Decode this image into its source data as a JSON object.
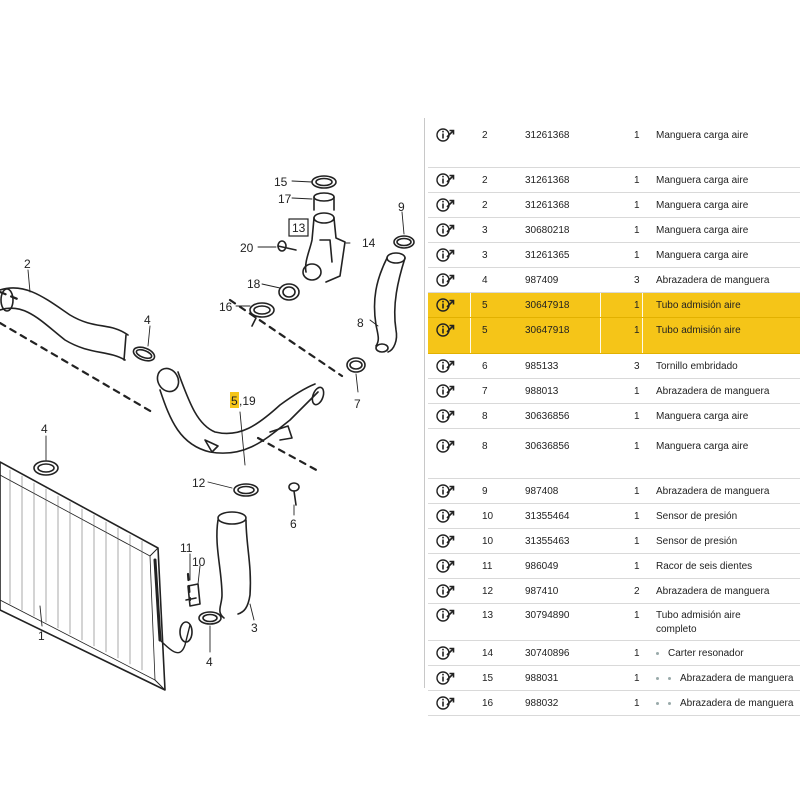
{
  "diagram": {
    "callouts": [
      {
        "id": "c15",
        "text": "15"
      },
      {
        "id": "c17",
        "text": "17"
      },
      {
        "id": "c13",
        "text": "13"
      },
      {
        "id": "c20",
        "text": "20"
      },
      {
        "id": "c14",
        "text": "14"
      },
      {
        "id": "c9",
        "text": "9"
      },
      {
        "id": "c18",
        "text": "18"
      },
      {
        "id": "c16",
        "text": "16"
      },
      {
        "id": "c2",
        "text": "2"
      },
      {
        "id": "c8",
        "text": "8"
      },
      {
        "id": "c4a",
        "text": "4"
      },
      {
        "id": "c7",
        "text": "7"
      },
      {
        "id": "c5",
        "text": "5"
      },
      {
        "id": "c19",
        "text": ",19"
      },
      {
        "id": "c4b",
        "text": "4"
      },
      {
        "id": "c12",
        "text": "12"
      },
      {
        "id": "c6",
        "text": "6"
      },
      {
        "id": "c11",
        "text": "11"
      },
      {
        "id": "c10",
        "text": "10"
      },
      {
        "id": "c3",
        "text": "3"
      },
      {
        "id": "c1",
        "text": "1"
      },
      {
        "id": "c4c",
        "text": "4"
      }
    ]
  },
  "table": {
    "rows": [
      {
        "pos": "2",
        "part": "31261368",
        "qty": "1",
        "desc": "Manguera carga aire",
        "sub": "",
        "height": "tall",
        "highlight": false
      },
      {
        "pos": "2",
        "part": "31261368",
        "qty": "1",
        "desc": "Manguera carga aire",
        "sub": "",
        "height": "std",
        "highlight": false
      },
      {
        "pos": "2",
        "part": "31261368",
        "qty": "1",
        "desc": "Manguera carga aire",
        "sub": "",
        "height": "std",
        "highlight": false
      },
      {
        "pos": "3",
        "part": "30680218",
        "qty": "1",
        "desc": "Manguera carga aire",
        "sub": "",
        "height": "std",
        "highlight": false
      },
      {
        "pos": "3",
        "part": "31261365",
        "qty": "1",
        "desc": "Manguera carga aire",
        "sub": "",
        "height": "std",
        "highlight": false
      },
      {
        "pos": "4",
        "part": "987409",
        "qty": "3",
        "desc": "Abrazadera de manguera",
        "sub": "",
        "height": "std",
        "highlight": false
      },
      {
        "pos": "5",
        "part": "30647918",
        "qty": "1",
        "desc": "Tubo admisión aire",
        "sub": "",
        "height": "std",
        "highlight": true
      },
      {
        "pos": "5",
        "part": "30647918",
        "qty": "1",
        "desc": "Tubo admisión aire",
        "sub": "",
        "height": "hltall",
        "highlight": true
      },
      {
        "pos": "6",
        "part": "985133",
        "qty": "3",
        "desc": "Tornillo embridado",
        "sub": "",
        "height": "std",
        "highlight": false
      },
      {
        "pos": "7",
        "part": "988013",
        "qty": "1",
        "desc": "Abrazadera de manguera",
        "sub": "",
        "height": "std",
        "highlight": false
      },
      {
        "pos": "8",
        "part": "30636856",
        "qty": "1",
        "desc": "Manguera carga aire",
        "sub": "",
        "height": "std",
        "highlight": false
      },
      {
        "pos": "8",
        "part": "30636856",
        "qty": "1",
        "desc": "Manguera carga aire",
        "sub": "",
        "height": "tall",
        "highlight": false
      },
      {
        "pos": "9",
        "part": "987408",
        "qty": "1",
        "desc": "Abrazadera de manguera",
        "sub": "",
        "height": "std",
        "highlight": false
      },
      {
        "pos": "10",
        "part": "31355464",
        "qty": "1",
        "desc": "Sensor de presión",
        "sub": "",
        "height": "std",
        "highlight": false
      },
      {
        "pos": "10",
        "part": "31355463",
        "qty": "1",
        "desc": "Sensor de presión",
        "sub": "",
        "height": "std",
        "highlight": false
      },
      {
        "pos": "11",
        "part": "986049",
        "qty": "1",
        "desc": "Racor de seis dientes",
        "sub": "",
        "height": "std",
        "highlight": false
      },
      {
        "pos": "12",
        "part": "987410",
        "qty": "2",
        "desc": "Abrazadera de manguera",
        "sub": "",
        "height": "std",
        "highlight": false
      },
      {
        "pos": "13",
        "part": "30794890",
        "qty": "1",
        "desc": "Tubo admisión aire",
        "sub": "completo",
        "height": "sub",
        "highlight": false
      },
      {
        "pos": "14",
        "part": "30740896",
        "qty": "1",
        "desc": "Carter resonador",
        "sub": "",
        "height": "std",
        "highlight": false,
        "indent": 1
      },
      {
        "pos": "15",
        "part": "988031",
        "qty": "1",
        "desc": "Abrazadera de manguera",
        "sub": "",
        "height": "std",
        "highlight": false,
        "indent": 2
      },
      {
        "pos": "16",
        "part": "988032",
        "qty": "1",
        "desc": "Abrazadera de manguera",
        "sub": "",
        "height": "std",
        "highlight": false,
        "indent": 2
      }
    ]
  },
  "colors": {
    "highlight": "#f5c518",
    "line": "#222222"
  },
  "icons": {
    "info": "info-arrow-icon"
  }
}
